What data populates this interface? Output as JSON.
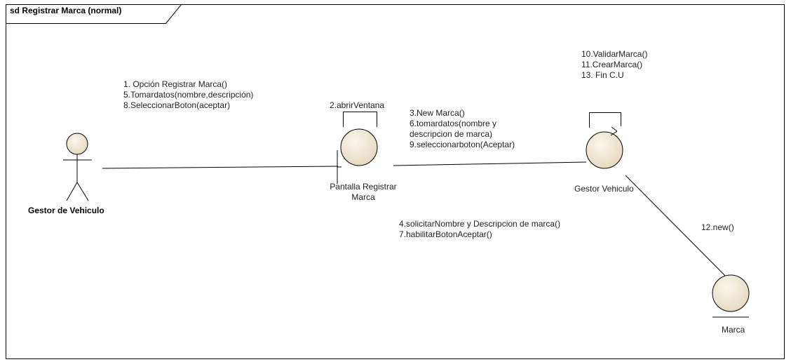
{
  "frame": {
    "title": "sd Registrar Marca (normal)"
  },
  "actor": {
    "name": "Gestor de Vehiculo"
  },
  "objects": {
    "boundary": {
      "name_line1": "Pantalla Registrar",
      "name_line2": "Marca"
    },
    "control": {
      "name": "Gestor Vehiculo"
    },
    "entity": {
      "name": "Marca"
    }
  },
  "messages": {
    "actor_to_boundary": [
      "1. Opción Registrar Marca()",
      "5.Tomardatos(nombre,descripción)",
      "8.SeleccionarBoton(aceptar)"
    ],
    "boundary_self": [
      "2.abrirVentana"
    ],
    "boundary_to_control": [
      "3.New Marca()",
      "6.tomardatos(nombre y",
      "descripcion de marca)",
      "9.seleccionarboton(Aceptar)"
    ],
    "control_to_boundary": [
      "4.solicitarNombre y Descripcion de marca()",
      "7.habilitarBotonAceptar()"
    ],
    "control_self": [
      "10.ValidarMarca()",
      "11.CrearMarca()",
      "13. Fin C.U"
    ],
    "control_to_entity": [
      "12.new()"
    ]
  },
  "colors": {
    "object_fill": "#f0e6d2",
    "object_stroke": "#000000",
    "frame_stroke": "#000000",
    "link": "#000000"
  }
}
